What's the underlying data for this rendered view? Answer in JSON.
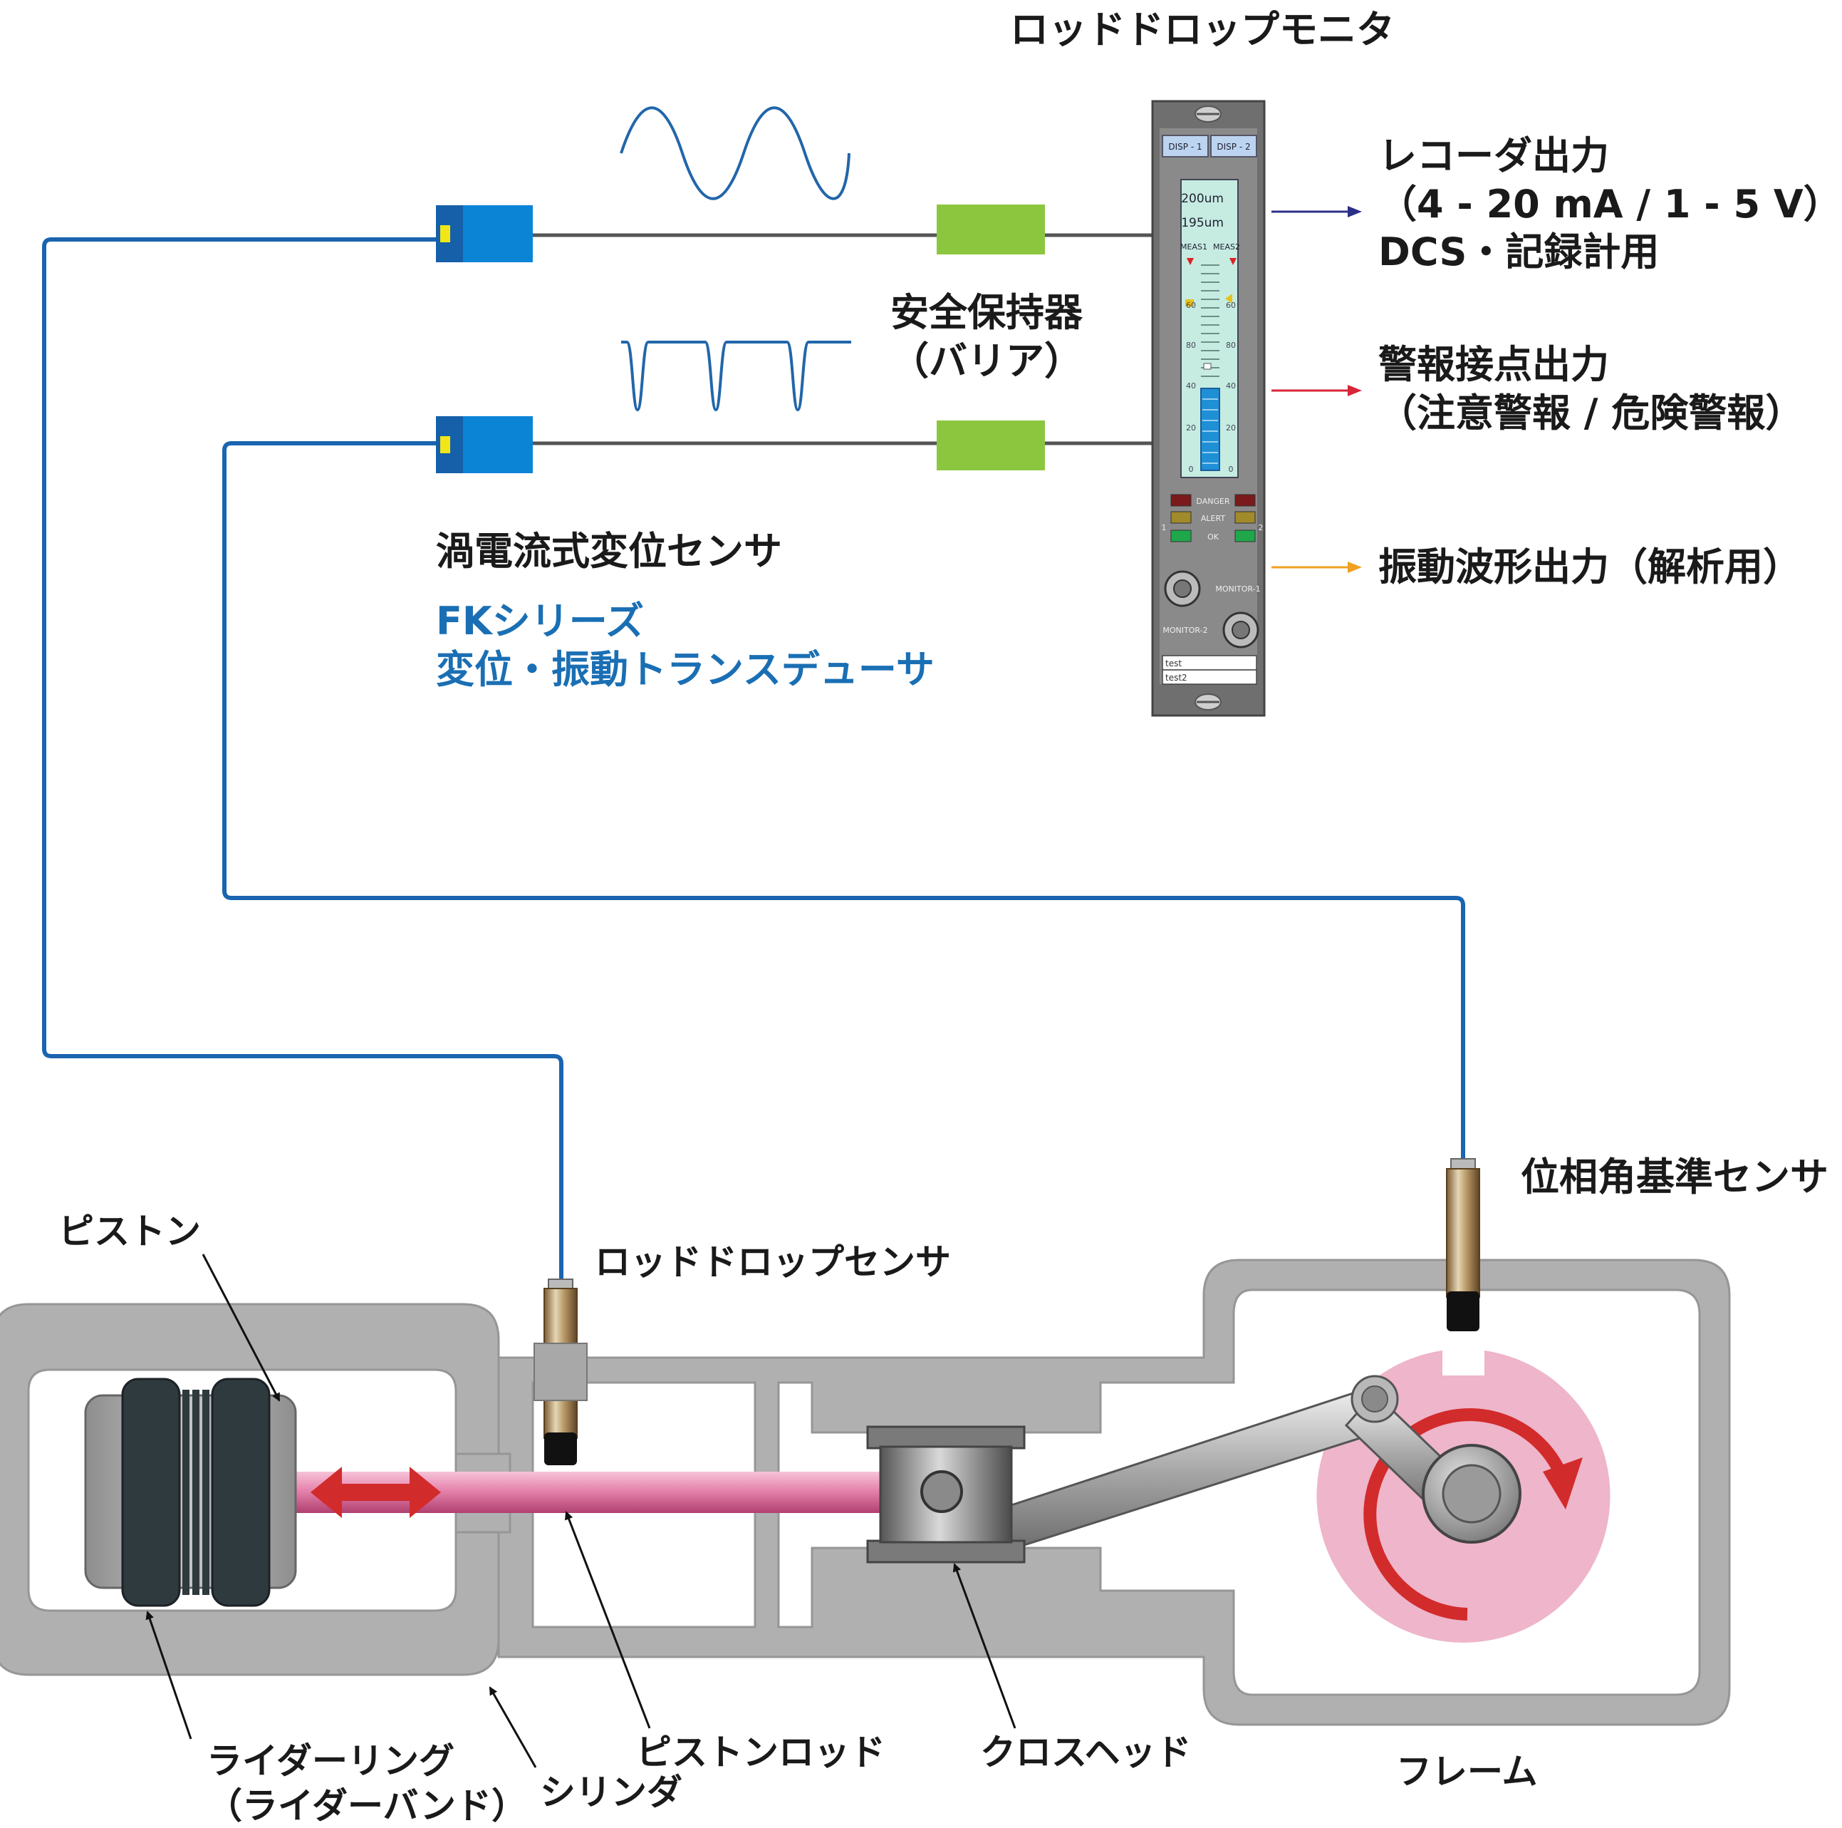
{
  "labels": {
    "monitor_title": "ロッドドロップモニタ",
    "recorder_line1": "レコーダ出力",
    "recorder_line2": "（4 - 20 mA / 1 - 5 V）",
    "recorder_line3": "DCS・記録計用",
    "alarm_line1": "警報接点出力",
    "alarm_line2": "（注意警報 / 危険警報）",
    "vibration_output": "振動波形出力（解析用）",
    "barrier_line1": "安全保持器",
    "barrier_line2": "（バリア）",
    "eddy_sensor": "渦電流式変位センサ",
    "fk_line1": "FKシリーズ",
    "fk_line2": "変位・振動トランスデューサ",
    "phase_sensor": "位相角基準センサ",
    "rod_drop_sensor": "ロッドドロップセンサ",
    "piston": "ピストン",
    "rider_line1": "ライダーリング",
    "rider_line2": "（ライダーバンド）",
    "cylinder": "シリンダ",
    "piston_rod": "ピストンロッド",
    "crosshead": "クロスヘッド",
    "frame": "フレーム"
  },
  "monitor_panel": {
    "tab1": "DISP - 1",
    "tab2": "DISP - 2",
    "reading1": "200um",
    "reading2": "195um",
    "meas1": "MEAS1",
    "meas2": "MEAS2",
    "scale": [
      "80",
      "60",
      "40",
      "20",
      "0"
    ],
    "status_danger": "DANGER",
    "status_alert": "ALERT",
    "status_ok": "OK",
    "ch1": "1",
    "ch2": "2",
    "monitor1": "MONITOR-1",
    "monitor2": "MONITOR-2",
    "note1": "test",
    "note2": "test2"
  },
  "colors": {
    "sensor_blue": "#0b84d6",
    "sensor_dark": "#1560a8",
    "barrier_green": "#8cc63f",
    "cable_blue": "#1a64b0",
    "rod_pink": "#e27fa7",
    "wheel_pink": "#eeb5cb",
    "motion_red": "#d22b2b",
    "recorder_arrow": "#2b2f88",
    "alarm_arrow": "#d72638",
    "vibration_arrow": "#f0a020"
  },
  "icons": {
    "motion_arrow": "double-headed-arrow-icon",
    "rotation_arrow": "rotation-arrow-icon"
  }
}
